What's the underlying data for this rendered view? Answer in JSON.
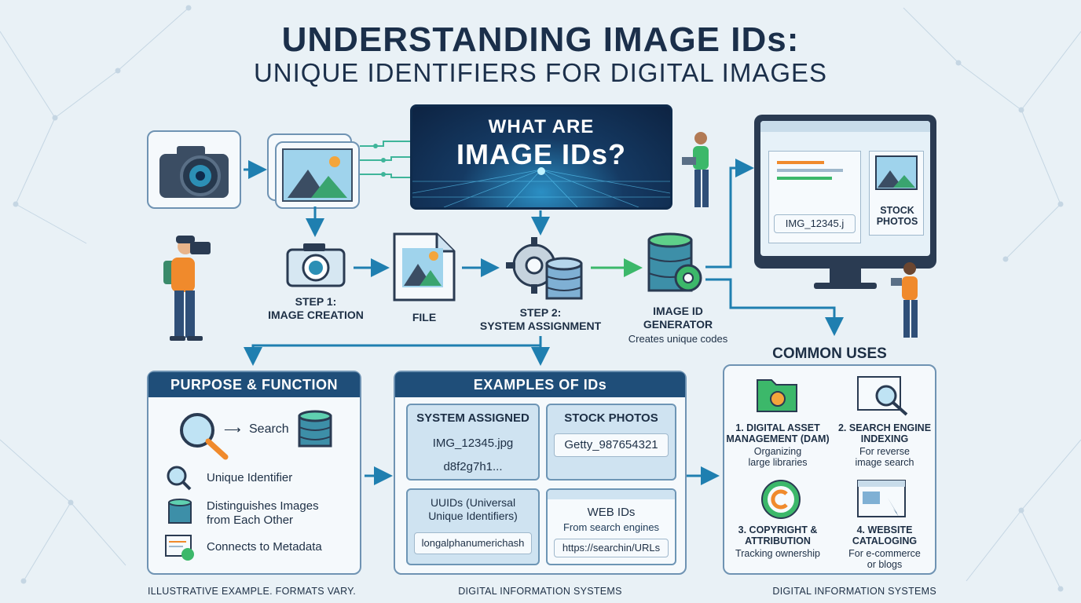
{
  "title": {
    "line1": "UNDERSTANDING IMAGE IDs:",
    "line2": "UNIQUE IDENTIFIERS FOR DIGITAL IMAGES"
  },
  "hero": {
    "line1": "WHAT ARE",
    "line2": "IMAGE IDs?"
  },
  "flow": {
    "step1": [
      "STEP 1:",
      "IMAGE CREATION"
    ],
    "file": "FILE",
    "step2": [
      "STEP 2:",
      "SYSTEM ASSIGNMENT"
    ],
    "generator": [
      "IMAGE ID",
      "GENERATOR"
    ],
    "generator_sub": "Creates unique codes"
  },
  "browser": {
    "id_text": "IMG_12345.j",
    "stock": [
      "STOCK",
      "PHOTOS"
    ]
  },
  "purpose": {
    "heading": "PURPOSE & FUNCTION",
    "search": "Search",
    "items": [
      "Unique Identifier",
      "Distinguishes Images",
      "from Each Other",
      "Connects to Metadata"
    ]
  },
  "examples": {
    "heading": "EXAMPLES OF IDs",
    "system": {
      "title": "SYSTEM ASSIGNED",
      "values": [
        "IMG_12345.jpg",
        "d8f2g7h1..."
      ]
    },
    "stock": {
      "title": "STOCK PHOTOS",
      "value": "Getty_987654321"
    },
    "uuid": {
      "title": [
        "UUIDs (Universal",
        "Unique Identifiers)"
      ],
      "value": "longalphanumerichash"
    },
    "web": {
      "title": "WEB IDs",
      "sub": "From search engines",
      "value": "https://searchin/URLs"
    }
  },
  "uses": {
    "heading": "COMMON USES",
    "items": [
      {
        "title": [
          "1. DIGITAL ASSET",
          "MANAGEMENT (DAM)"
        ],
        "sub": [
          "Organizing",
          "large libraries"
        ]
      },
      {
        "title": [
          "2. SEARCH ENGINE",
          "INDEXING"
        ],
        "sub": [
          "For reverse",
          "image search"
        ]
      },
      {
        "title": [
          "3. COPYRIGHT &",
          "ATTRIBUTION"
        ],
        "sub": [
          "Tracking ownership"
        ]
      },
      {
        "title": [
          "4. WEBSITE",
          "CATALOGING"
        ],
        "sub": [
          "For e-commerce",
          "or blogs"
        ]
      }
    ]
  },
  "footer": {
    "left": "ILLUSTRATIVE EXAMPLE. FORMATS VARY.",
    "center": "DIGITAL INFORMATION SYSTEMS",
    "right": "DIGITAL INFORMATION SYSTEMS"
  },
  "colors": {
    "navy": "#1f4e79",
    "teal": "#3fb59a",
    "arrow": "#1f7fb0",
    "orange": "#f08a2c",
    "green": "#3cb86a"
  }
}
